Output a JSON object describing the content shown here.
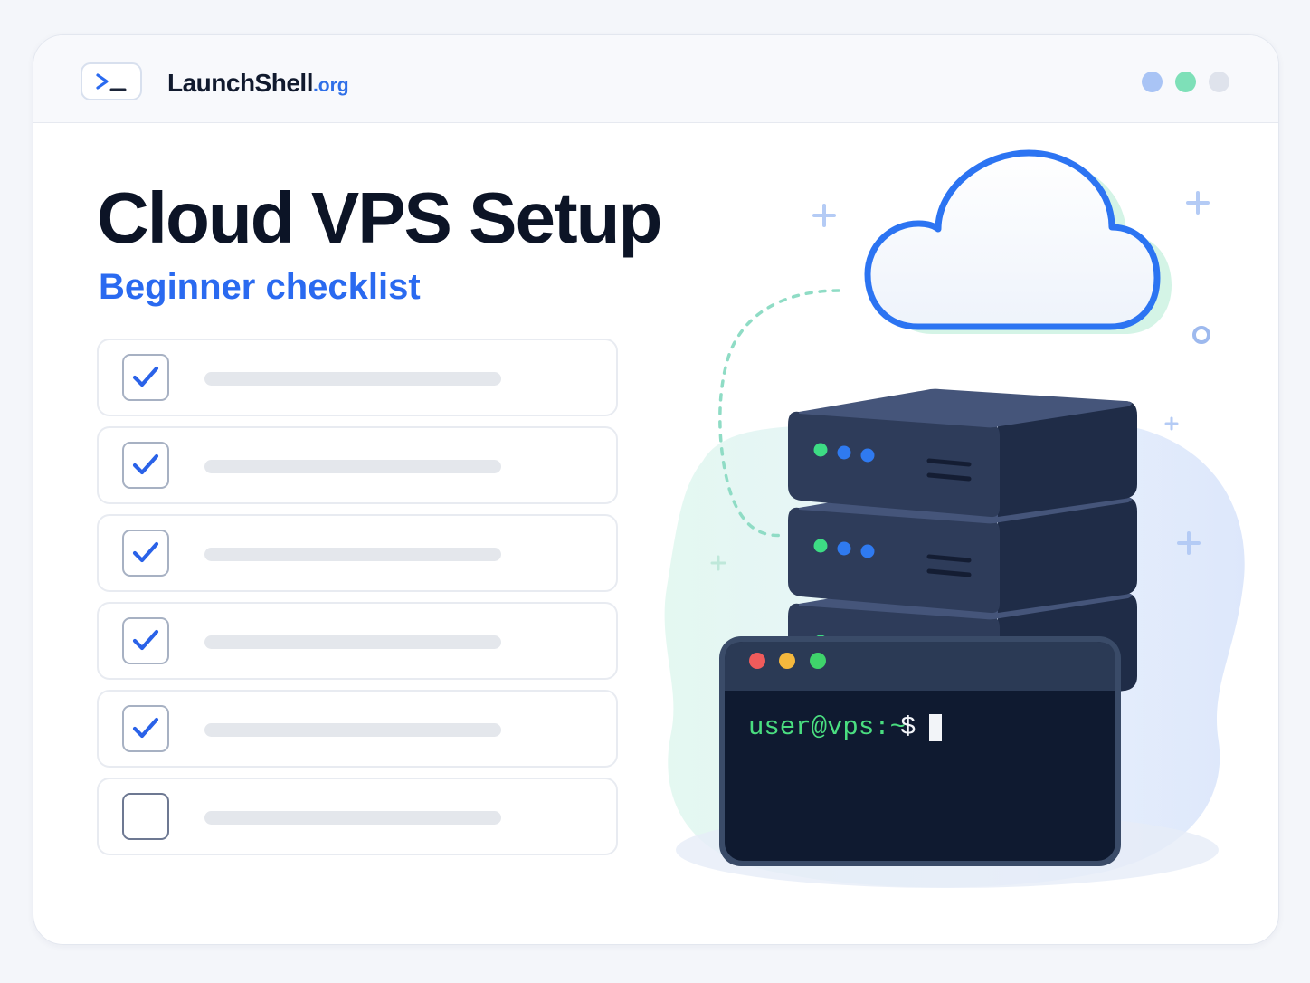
{
  "brand": {
    "prompt_icon": "terminal-prompt-icon",
    "name": "LaunchShell",
    "tld": ".org"
  },
  "window_controls": [
    "#a9c4f5",
    "#7ee0b8",
    "#dfe3ec"
  ],
  "hero": {
    "title": "Cloud VPS Setup",
    "subtitle": "Beginner checklist"
  },
  "checklist": [
    {
      "checked": true
    },
    {
      "checked": true
    },
    {
      "checked": true
    },
    {
      "checked": true
    },
    {
      "checked": true
    },
    {
      "checked": false
    }
  ],
  "terminal": {
    "prompt": "user@vps:~",
    "symbol": "$"
  },
  "colors": {
    "accent": "#2a6af0",
    "dark": "#0c1426",
    "terminal_green": "#4ade80"
  },
  "icons": [
    "cloud-icon",
    "server-stack-icon",
    "terminal-window-icon",
    "checkmark-icon",
    "sparkle-plus-icon"
  ]
}
